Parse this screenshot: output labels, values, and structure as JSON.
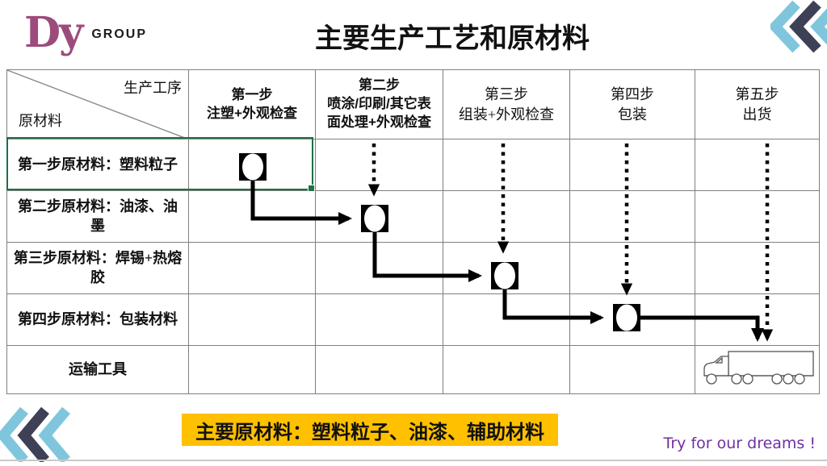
{
  "logo": {
    "mark": "Dy",
    "suffix": "GROUP"
  },
  "title": "主要生产工艺和原材料",
  "table": {
    "corner": {
      "top_right": "生产工序",
      "bottom_left": "原材料"
    },
    "columns": [
      "第一步\n注塑+外观检查",
      "第二步\n喷涂/印刷/其它表\n面处理+外观检查",
      "第三步\n组装+外观检查",
      "第四步\n包装",
      "第五步\n出货"
    ],
    "rows": [
      "第一步原材料：塑料粒子",
      "第二步原材料：油漆、油墨",
      "第三步原材料：焊锡+热熔胶",
      "第四步原材料：包装材料",
      "运输工具"
    ]
  },
  "banner": {
    "text": "主要原材料：塑料粒子、油漆、辅助材料",
    "bg_color": "#FFC000"
  },
  "slogan": {
    "text": "Try for our dreams !",
    "color": "#7030A0"
  },
  "colors": {
    "logo_purple": "#9C4B7C",
    "chevron_light": "#7FC6DC",
    "chevron_dark": "#3E4155",
    "selection_green": "#1E7145",
    "grid_line": "#7f7f7f",
    "banner_yellow": "#FFC000",
    "slogan_purple": "#7030A0"
  },
  "icons": {
    "top_right": "triple-chevron-left-icon",
    "bottom_left": "triple-chevron-left-icon",
    "truck": "truck-icon",
    "node": "process-node-circle"
  }
}
